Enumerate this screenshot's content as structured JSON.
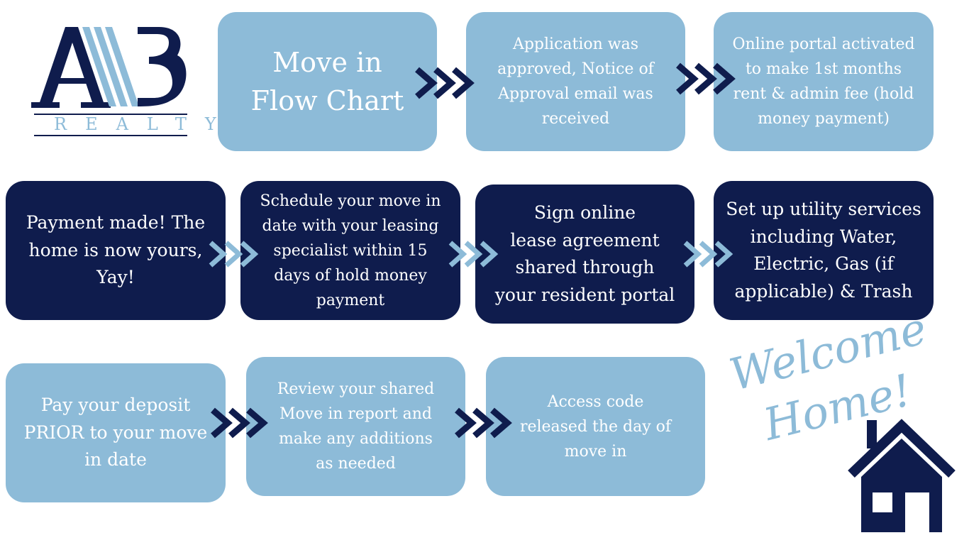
{
  "logo": {
    "letters": "AB",
    "sub": "REALTY"
  },
  "title": "Move in\nFlow Chart",
  "row1": [
    "Application was\napproved, Notice of\nApproval email was\nreceived",
    "Online portal activated\nto make 1st months\nrent & admin fee (hold\nmoney payment)"
  ],
  "row2": [
    "Payment made! The\nhome is now yours,\nYay!",
    "Schedule your move in\ndate with your leasing\nspecialist within 15\ndays of hold money\npayment",
    "Sign online\nlease agreement\nshared through\nyour resident portal",
    "Set up utility services\nincluding Water,\nElectric, Gas (if\napplicable) & Trash"
  ],
  "row3": [
    "Pay your deposit\nPRIOR to your move\nin date",
    "Review your shared\nMove in report and\nmake any additions\nas needed",
    "Access code\nreleased the day of\nmove in"
  ],
  "welcome": {
    "line1": "Welcome",
    "line2": "Home!"
  },
  "colors": {
    "light": "#8dbbd8",
    "dark": "#0f1c4d",
    "white": "#ffffff"
  },
  "icons": [
    "chevron-right-icon",
    "house-icon"
  ]
}
